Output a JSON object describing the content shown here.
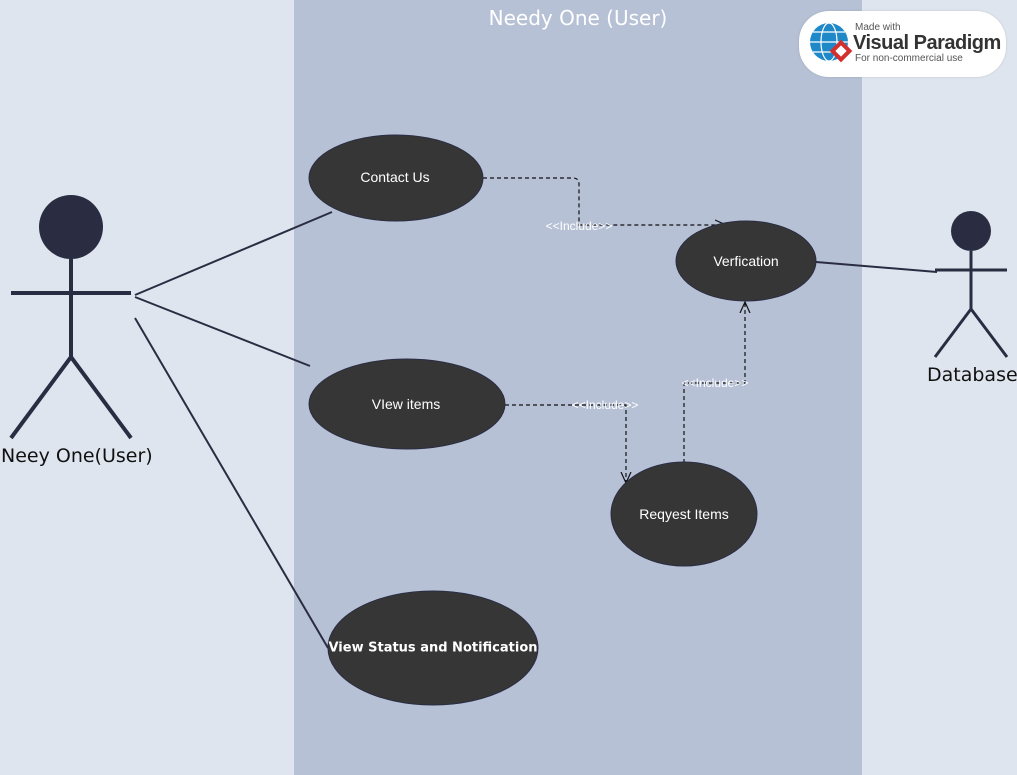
{
  "boundary": {
    "title": "Needy One (User)"
  },
  "actors": {
    "user": {
      "label": "Neey One(User)"
    },
    "database": {
      "label": "Database"
    }
  },
  "use_cases": {
    "contact_us": "Contact Us",
    "verification": "Verfication",
    "view_items": "VIew items",
    "request_items": "Reqyest Items",
    "view_status": "View Status and Notification"
  },
  "include_labels": {
    "contact_to_verification": "<<Include>>",
    "view_to_request": "<<Include>>",
    "request_to_verification": "<<Include>>"
  },
  "watermark": {
    "made_with": "Made with",
    "brand": "Visual Paradigm",
    "note": "For non-commercial use"
  },
  "colors": {
    "background": "#dfe5ef",
    "boundary": "#b7c1d6",
    "use_case_fill": "#363636",
    "actor": "#2a2d42",
    "line": "#2a2d42"
  }
}
